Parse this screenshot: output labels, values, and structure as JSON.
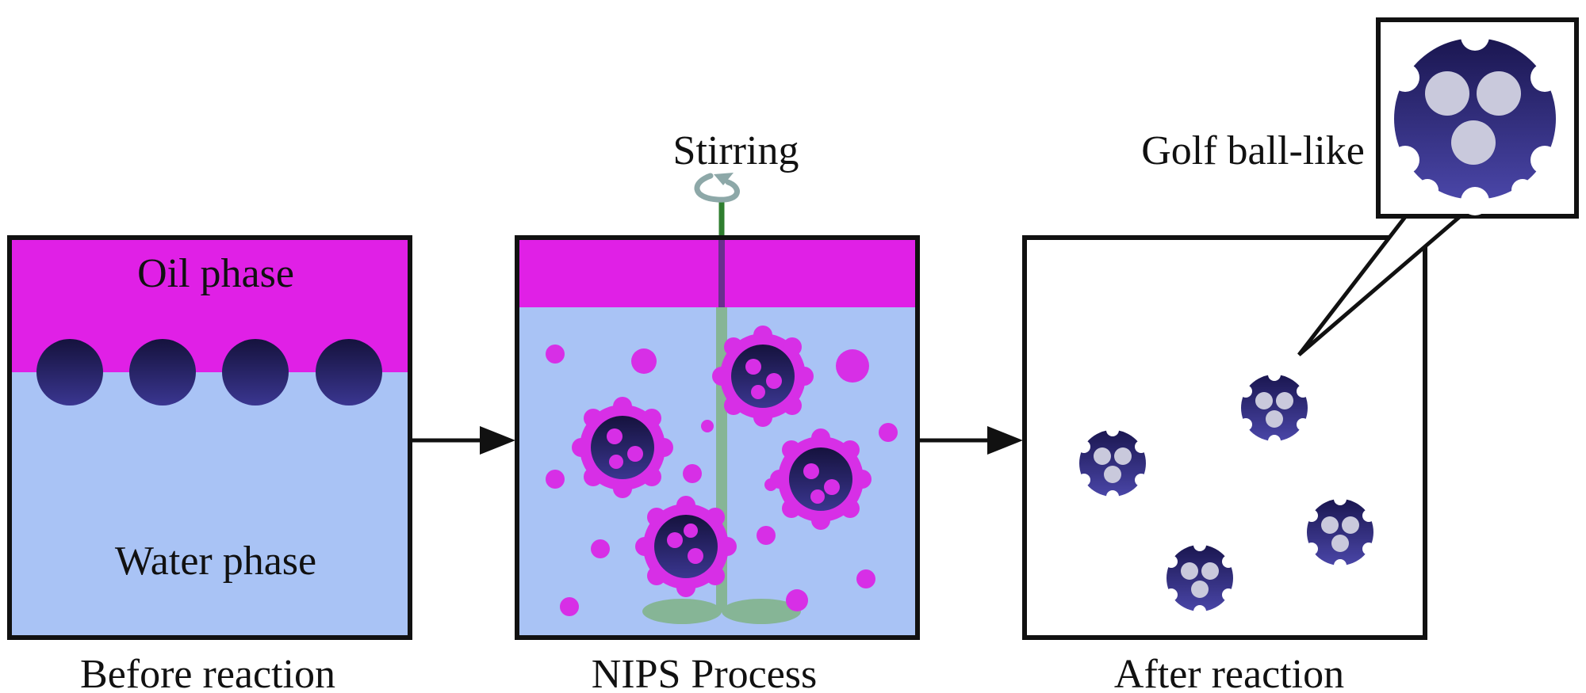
{
  "panels": [
    {
      "caption": "Before reaction",
      "labels": {
        "top": "Oil phase",
        "bottom": "Water phase"
      }
    },
    {
      "caption": "NIPS Process",
      "labels": {
        "top": "Stirring"
      }
    },
    {
      "caption": "After reaction",
      "labels": {
        "top": "Golf ball-like"
      }
    }
  ],
  "colors": {
    "oil": "#e020e6",
    "water": "#a9c3f5",
    "particle": "#2e2a6e",
    "particle_dark": "#15123d",
    "droplet": "#d72fe6",
    "dimple": "#c9c9dc",
    "stirrer": "#86b596",
    "outline": "#111111"
  }
}
